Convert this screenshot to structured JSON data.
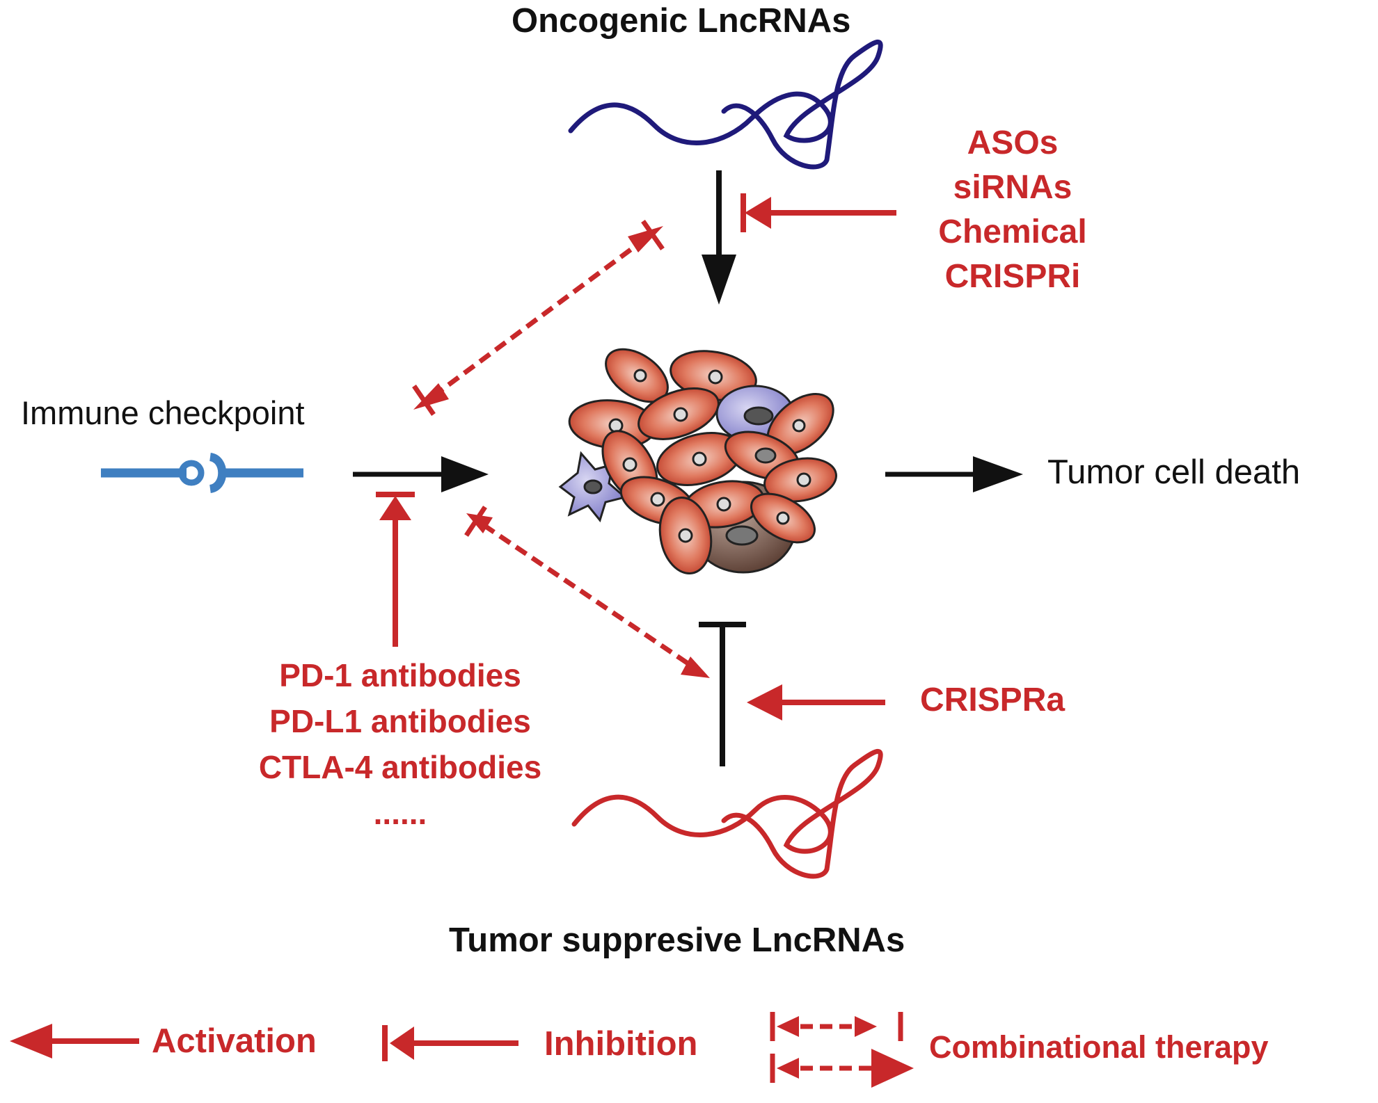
{
  "labels": {
    "oncogenic": "Oncogenic LncRNAs",
    "immune_checkpoint": "Immune checkpoint",
    "tumor_cell_death": "Tumor cell death",
    "tumor_suppressive": "Tumor suppresive LncRNAs",
    "crispra": "CRISPRa"
  },
  "inhibitors_oncogenic": [
    "ASOs",
    "siRNAs",
    "Chemical",
    "CRISPRi"
  ],
  "checkpoint_antibodies": [
    "PD-1 antibodies",
    "PD-L1 antibodies",
    "CTLA-4 antibodies",
    "......"
  ],
  "legend": {
    "activation": "Activation",
    "inhibition": "Inhibition",
    "combinational": "Combinational therapy"
  },
  "colors": {
    "red": "#c8282a",
    "black": "#111111",
    "oncogenic_rna": "#1f1a7a",
    "suppressive_rna": "#c8282a",
    "checkpoint_blue": "#3f7fc1"
  },
  "icons": [
    "oncogenic-lncrna-icon",
    "tumor-suppressive-lncrna-icon",
    "checkpoint-receptor-icon",
    "tumor-cell-cluster-icon"
  ]
}
